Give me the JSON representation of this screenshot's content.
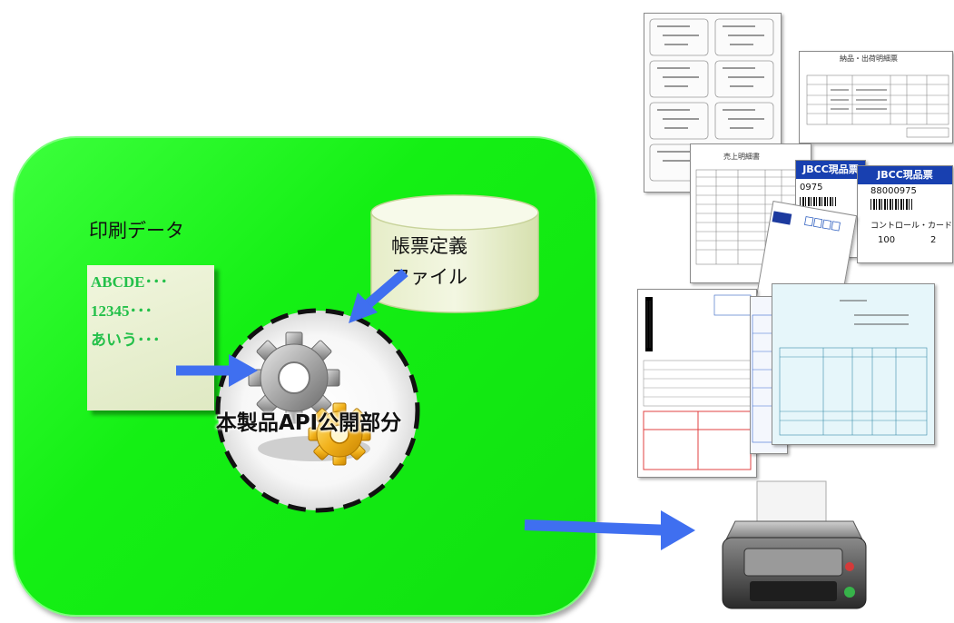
{
  "diagram": {
    "print_data_label": "印刷データ",
    "print_data_lines": [
      "ABCDE･･･",
      "12345･･･",
      "あいう･･･"
    ],
    "form_definition_label_line1": "帳票定義",
    "form_definition_label_line2": "ファイル",
    "api_label": "本製品API公開部分"
  },
  "forms": {
    "jbcc_title_1": "JBCC現品票",
    "jbcc_title_2": "JBCC現品票",
    "jbcc_code_1": "0975",
    "jbcc_code_2": "88000975",
    "jbcc_field": "コントロール・カード",
    "jbcc_qty": "100",
    "jbcc_qty_small": "2",
    "sales_title": "売上明細書",
    "delivery_title": "納品・出荷明細票"
  },
  "colors": {
    "panel_green": "#14f014",
    "arrow_blue": "#3f6ff0",
    "note_text_green": "#24c04a"
  }
}
